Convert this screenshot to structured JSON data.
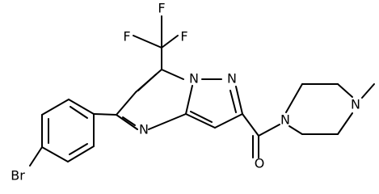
{
  "structure": {
    "atoms": {
      "F_top": "F",
      "F_left": "F",
      "F_right": "F",
      "N_bridge": "N",
      "N_pyrazole": "N",
      "N_pyrimidine": "N",
      "O_carbonyl": "O",
      "N_piperazine_1": "N",
      "N_piperazine_4": "N",
      "Br": "Br"
    },
    "colors": {
      "bond": "#000000",
      "label": "#000000",
      "background": "#ffffff"
    }
  }
}
